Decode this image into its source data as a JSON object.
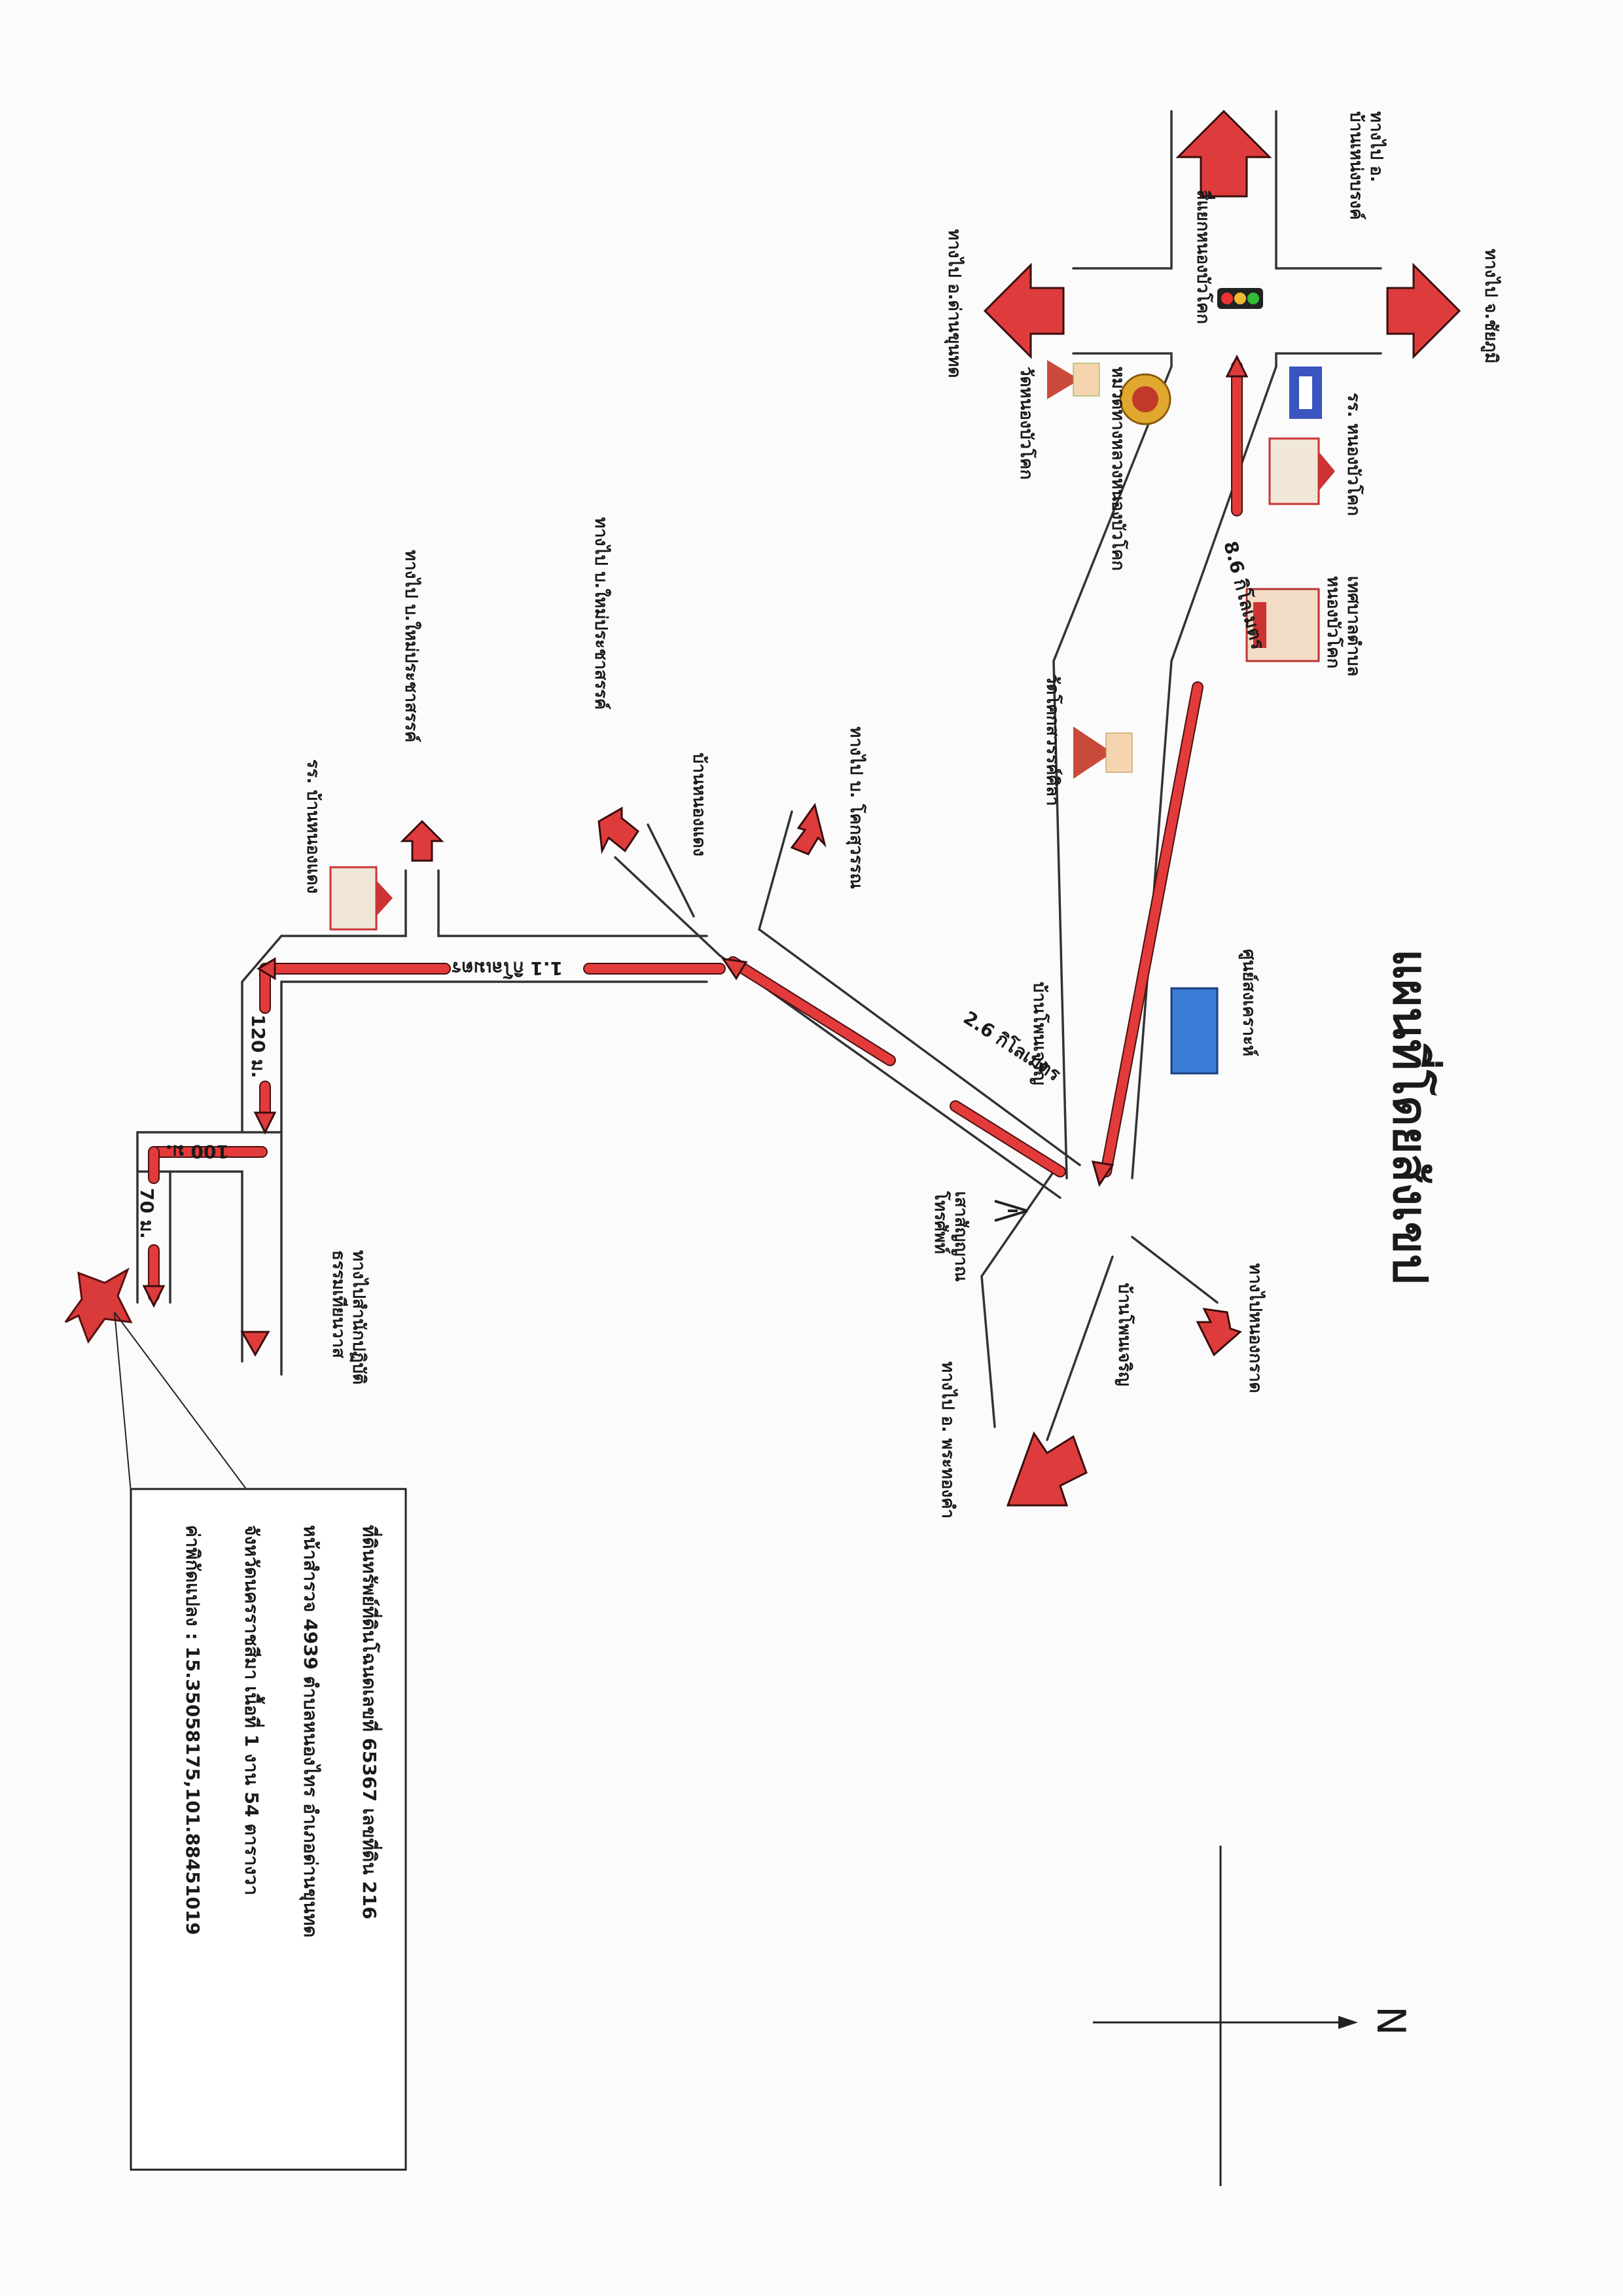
{
  "title": "แผนที่โดยสังเขป",
  "north": "N",
  "labels": {
    "to_nong_bua": "ทางไป อ.\nบ้านเหน่งบรงค์",
    "to_chaiyaphum": "ทางไป จ.ชัยภูมิ",
    "to_dan_khun_thot": "ทางไป อ.ด่านขุนทด",
    "intersection": "สี่แยกหนองบัวโคก",
    "police": "หมวดทางหลวงหนองบัวโคก",
    "wat_nong_bua": "วัดหนองบัวโคก",
    "school_nong_bua": "รร. หนองบัวโคก",
    "municipality": "เทศบาลตำบล\nหนองบัวโคก",
    "wat_khok_sawan": "วัดโคกสวรรค์ศิลา",
    "tambon_center": "ศูนย์สงเคราะห์",
    "ban_phon_charoen_1": "บ้านโพนเจริญ",
    "ban_phon_charoen_2": "บ้านโพนเจริญ",
    "cell_tower": "เสาสัญญาณ\nโทรศัพท์",
    "to_ban_mai_1": "ทางไป บ.ใหม่ประชาสรรค์",
    "to_ban_mai_2": "ทางไป บ.ใหม่ประชาสรรค์",
    "ban_nong_daeng": "บ้านหนองแดง",
    "to_khok_suwan": "ทางไป บ. โคกสุวรรณ",
    "school_nong_daeng": "รร. บ้านหนองแดง",
    "to_monastery": "ทางไปสำนักปฏิบัติ\nธรรมเทียนวาส",
    "to_nong_krat": "ทางไปหนองกราด",
    "to_phra_thong_kham": "ทางไป อ. พระทองคำ"
  },
  "distances": {
    "d1": "8.6 กิโลเมตร",
    "d2": "2.6 กิโลเมตร",
    "d3": "1.1 กิโลเมตร",
    "d4": "120 ม.",
    "d5": "100 ม.",
    "d6": "70 ม."
  },
  "info": {
    "line1": "ที่ดินทรัพย์ที่ดินโฉนดเลขที่ 65367 เลขที่ดิน 216",
    "line2": "หน้าสำรวจ 4939 ตำบลหนองไทร อำเภอด่านขุนทด",
    "line3": "จังหวัดนครราชสีมา เนื้อที่ 1 งาน 54 ตารางวา",
    "line4": "ค่าพิกัดแปลง : 15.35058175,101.88451019"
  },
  "colors": {
    "route": "#e33b3b",
    "arrow": "#de3c3c",
    "building": "#3a7bd5"
  }
}
